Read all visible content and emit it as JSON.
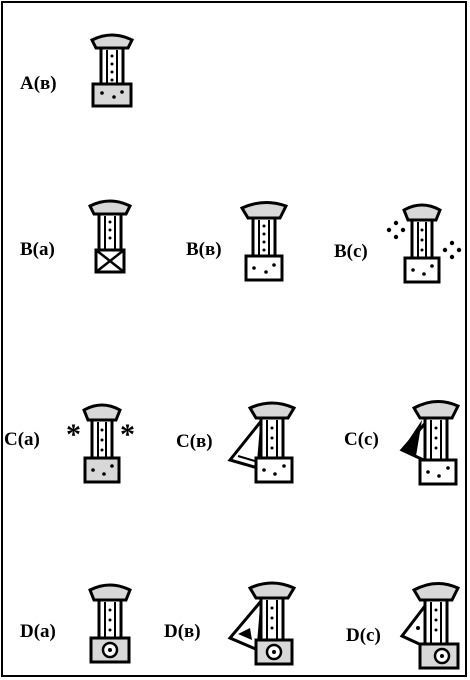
{
  "labels": {
    "a_b": "A(в)",
    "b_a": "B(a)",
    "b_b": "B(в)",
    "b_c": "B(c)",
    "c_a": "C(a)",
    "c_b": "C(в)",
    "c_c": "C(c)",
    "d_a": "D(a)",
    "d_b": "D(в)",
    "d_c": "D(c)"
  },
  "symbols": {
    "asterisk": "*"
  },
  "colors": {
    "ink": "#000000",
    "paper": "#ffffff",
    "shade": "#d8d8d8"
  }
}
